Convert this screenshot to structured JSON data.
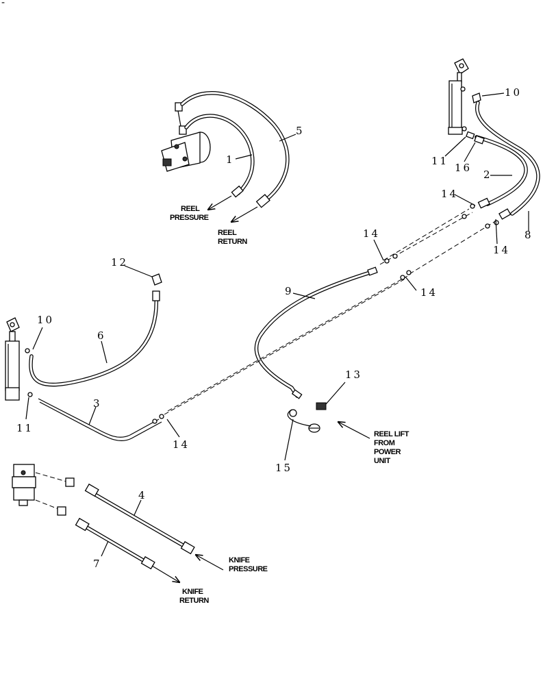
{
  "corner_mark": "-",
  "callouts": {
    "c1": "1",
    "c2": "2",
    "c3": "3",
    "c4": "4",
    "c5": "5",
    "c6": "6",
    "c7": "7",
    "c8": "8",
    "c9": "9",
    "c10a": "10",
    "c10b": "10",
    "c11a": "11",
    "c11b": "11",
    "c12": "12",
    "c13": "13",
    "c14a": "14",
    "c14b": "14",
    "c14c": "14",
    "c14d": "14",
    "c14e": "14",
    "c15": "15",
    "c16": "16"
  },
  "labels": {
    "reel_pressure": [
      "REEL",
      "PRESSURE"
    ],
    "reel_return": [
      "REEL",
      "RETURN"
    ],
    "reel_lift": [
      "REEL LIFT",
      "FROM",
      "POWER",
      "UNIT"
    ],
    "knife_pressure": [
      "KNIFE",
      "PRESSURE"
    ],
    "knife_return": [
      "KNIFE",
      "RETURN"
    ]
  }
}
